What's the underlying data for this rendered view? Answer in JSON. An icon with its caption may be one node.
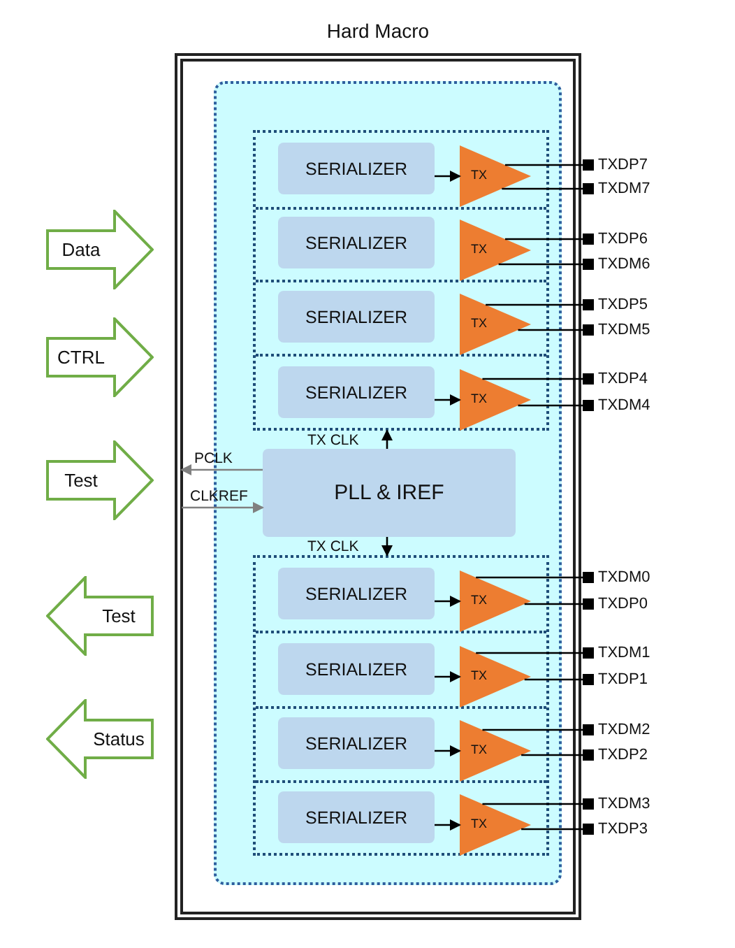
{
  "diagram": {
    "nodes": [
      {
        "text": [
          "Hard Macro"
        ]
      },
      {
        "text": [],
        "shape": "box",
        "in": 0
      },
      {
        "text": [],
        "shape": "box",
        "in": 1
      },
      {
        "text": [
          "SERIALIZER"
        ],
        "in": 2
      },
      {
        "text": [
          "TX"
        ],
        "in": 2
      },
      {
        "text": [
          "SERIALIZER"
        ],
        "in": 2
      },
      {
        "text": [
          "TX"
        ],
        "in": 2
      },
      {
        "text": [
          "SERIALIZER"
        ],
        "in": 2
      },
      {
        "text": [
          "TX"
        ],
        "in": 2
      },
      {
        "text": [
          "SERIALIZER"
        ],
        "in": 2
      },
      {
        "text": [
          "TX"
        ],
        "in": 2
      },
      {
        "text": [
          "PLL & IREF"
        ],
        "in": 1
      },
      {
        "text": [],
        "shape": "box",
        "in": 1
      },
      {
        "text": [
          "SERIALIZER"
        ],
        "in": 12
      },
      {
        "text": [
          "TX"
        ],
        "in": 12
      },
      {
        "text": [
          "SERIALIZER"
        ],
        "in": 12
      },
      {
        "text": [
          "TX"
        ],
        "in": 12
      },
      {
        "text": [
          "SERIALIZER"
        ],
        "in": 12
      },
      {
        "text": [
          "TX"
        ],
        "in": 12
      },
      {
        "text": [
          "SERIALIZER"
        ],
        "in": 12
      },
      {
        "text": [
          "TX"
        ],
        "in": 12
      },
      {
        "text": [
          "TXDP7"
        ]
      },
      {
        "text": [
          "TXDM7"
        ]
      },
      {
        "text": [
          "TXDP6"
        ]
      },
      {
        "text": [
          "TXDM6"
        ]
      },
      {
        "text": [
          "TXDP5"
        ]
      },
      {
        "text": [
          "TXDM5"
        ]
      },
      {
        "text": [
          "TXDP4"
        ]
      },
      {
        "text": [
          "TXDM4"
        ]
      },
      {
        "text": [
          "TXDM0"
        ]
      },
      {
        "text": [
          "TXDP0"
        ]
      },
      {
        "text": [
          "TXDM1"
        ]
      },
      {
        "text": [
          "TXDP1"
        ]
      },
      {
        "text": [
          "TXDM2"
        ]
      },
      {
        "text": [
          "TXDP2"
        ]
      },
      {
        "text": [
          "TXDM3"
        ]
      },
      {
        "text": [
          "TXDP3"
        ]
      },
      {
        "text": [
          "Data"
        ]
      },
      {
        "text": [
          "CTRL"
        ]
      },
      {
        "text": [
          "Test"
        ]
      },
      {
        "text": [
          "Test"
        ]
      },
      {
        "text": [
          "Status"
        ]
      }
    ],
    "edges": [
      {
        "from": 3,
        "to": 4,
        "arrow": "to"
      },
      {
        "from": 9,
        "to": 10,
        "arrow": "to"
      },
      {
        "from": 13,
        "to": 14,
        "arrow": "to"
      },
      {
        "from": 15,
        "to": 16,
        "arrow": "to"
      },
      {
        "from": 17,
        "to": 18,
        "arrow": "to"
      },
      {
        "from": 19,
        "to": 20,
        "arrow": "to"
      },
      {
        "from": 4,
        "to": 21,
        "arrow": "none"
      },
      {
        "from": 4,
        "to": 22,
        "arrow": "none"
      },
      {
        "from": 6,
        "to": 23,
        "arrow": "none"
      },
      {
        "from": 6,
        "to": 24,
        "arrow": "none"
      },
      {
        "from": 8,
        "to": 25,
        "arrow": "none"
      },
      {
        "from": 8,
        "to": 26,
        "arrow": "none"
      },
      {
        "from": 10,
        "to": 27,
        "arrow": "none"
      },
      {
        "from": 10,
        "to": 28,
        "arrow": "none"
      },
      {
        "from": 14,
        "to": 29,
        "arrow": "none"
      },
      {
        "from": 14,
        "to": 30,
        "arrow": "none"
      },
      {
        "from": 16,
        "to": 31,
        "arrow": "none"
      },
      {
        "from": 16,
        "to": 32,
        "arrow": "none"
      },
      {
        "from": 18,
        "to": 33,
        "arrow": "none"
      },
      {
        "from": 18,
        "to": 34,
        "arrow": "none"
      },
      {
        "from": 20,
        "to": 35,
        "arrow": "none"
      },
      {
        "from": 20,
        "to": 36,
        "arrow": "none"
      },
      {
        "from": 11,
        "to": 2,
        "arrow": "to",
        "label": "TX CLK"
      },
      {
        "from": 11,
        "to": 12,
        "arrow": "to",
        "label": "TX CLK"
      },
      {
        "from": 11,
        "to": null,
        "arrow": "to",
        "label": "PCLK",
        "color": "#808080"
      },
      {
        "from": null,
        "to": 11,
        "arrow": "to",
        "label": "CLKREF",
        "color": "#808080"
      }
    ]
  }
}
